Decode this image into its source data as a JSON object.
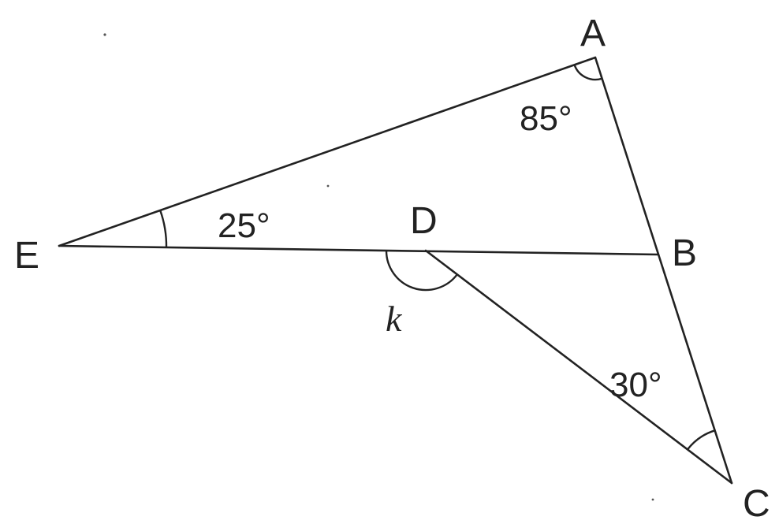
{
  "points": {
    "A": "A",
    "B": "B",
    "C": "C",
    "D": "D",
    "E": "E"
  },
  "angles": {
    "A": "85°",
    "E": "25°",
    "C": "30°",
    "D": "k"
  },
  "colors": {
    "ink": "#222222",
    "background": "#ffffff"
  }
}
